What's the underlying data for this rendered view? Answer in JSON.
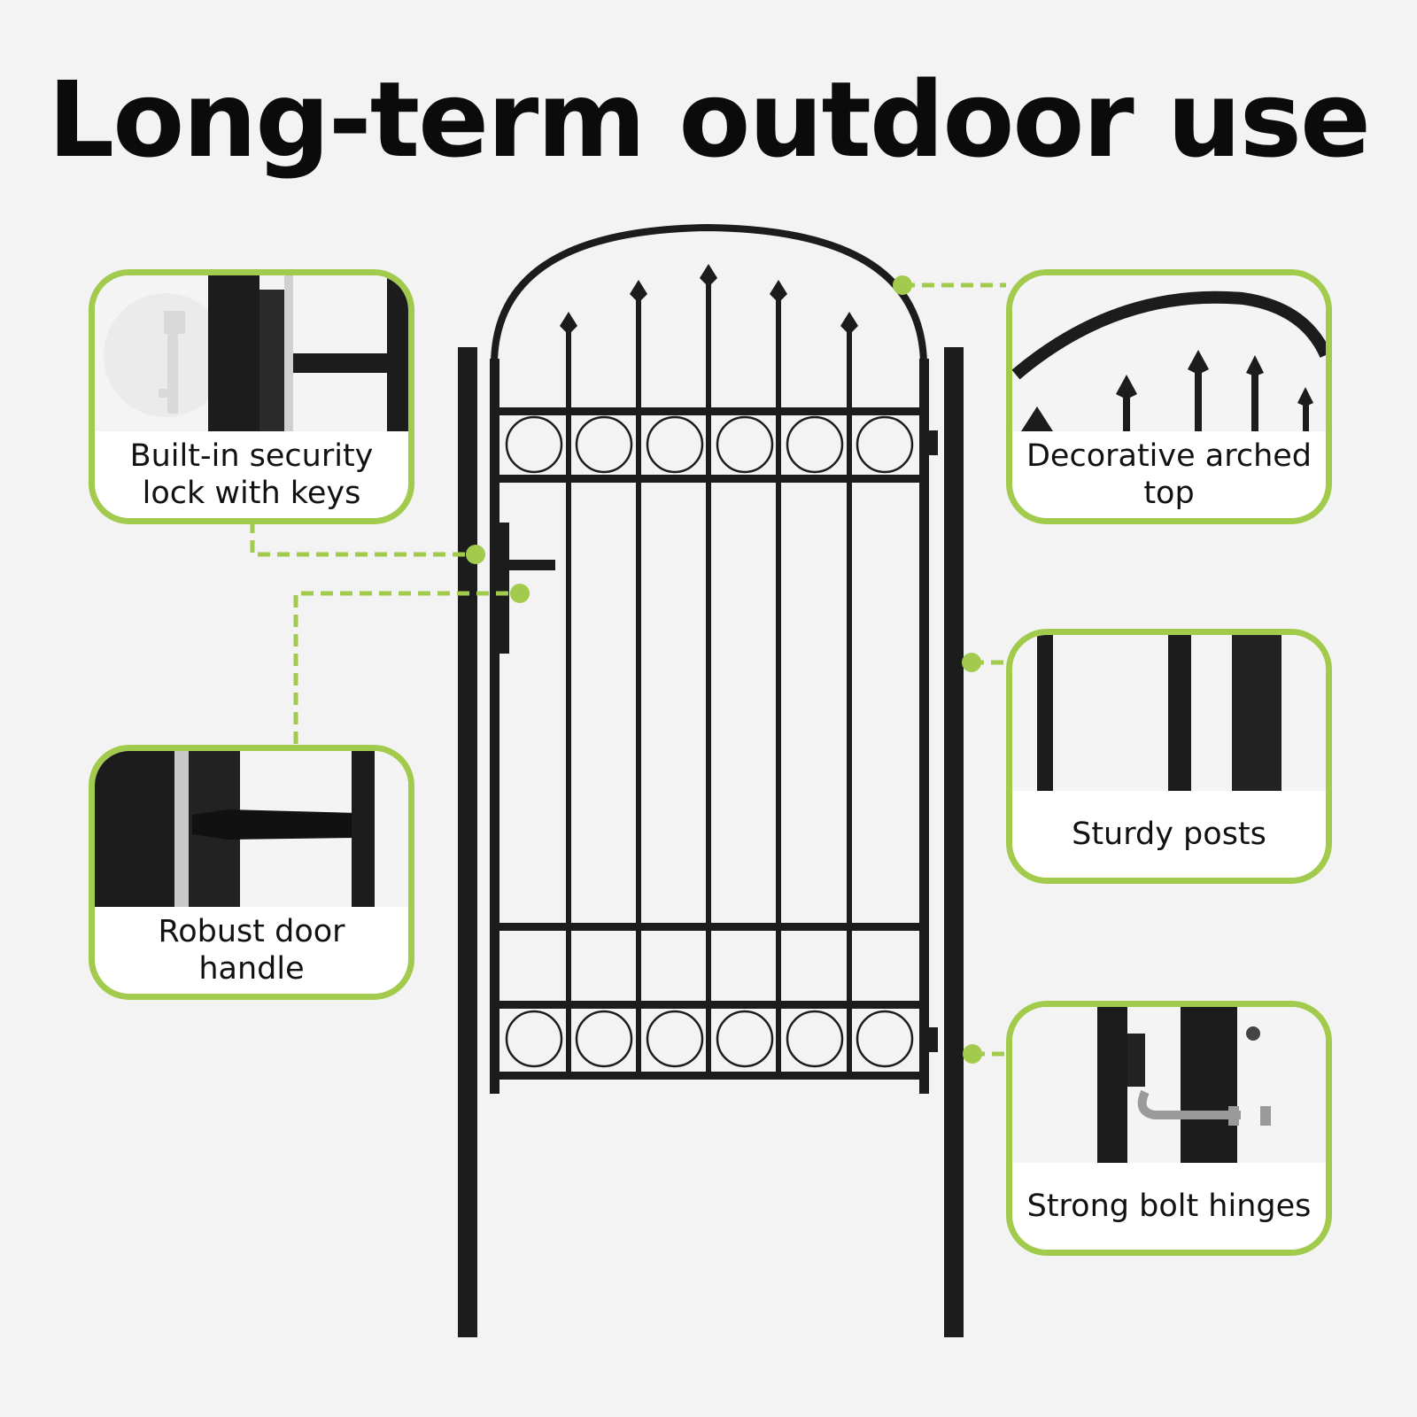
{
  "title": "Long-term outdoor use",
  "colors": {
    "accent": "#a2cb4d",
    "metal": "#1c1c1c",
    "background": "#f3f3f3"
  },
  "callouts": {
    "lock": "Built-in security lock with keys",
    "arched_top": "Decorative arched top",
    "handle": "Robust door handle",
    "posts": "Sturdy posts",
    "hinges": "Strong bolt hinges"
  }
}
